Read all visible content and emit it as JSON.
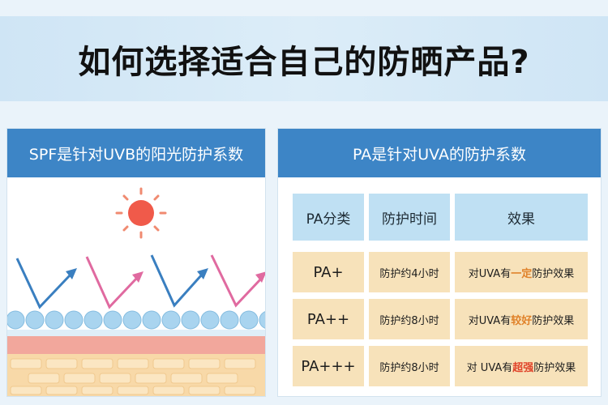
{
  "title": "如何选择适合自己的防晒产品?",
  "spf_panel": {
    "header": "SPF是针对UVB的阳光防护系数"
  },
  "pa_panel": {
    "header": "PA是针对UVA的防护系数",
    "columns": [
      "PA分类",
      "防护时间",
      "效果"
    ],
    "rows": [
      {
        "level": "PA+",
        "time": "防护约4小时",
        "effect_pre": "对UVA有",
        "effect_hl": "一定",
        "effect_post": "防护效果"
      },
      {
        "level": "PA++",
        "time": "防护约8小时",
        "effect_pre": "对UVA有",
        "effect_hl": "较好",
        "effect_post": "防护效果"
      },
      {
        "level": "PA+++",
        "time": "防护约8小时",
        "effect_pre": "对 UVA有",
        "effect_hl": "超强",
        "effect_post": "防护效果"
      }
    ]
  },
  "colors": {
    "header_blue": "#3d85c6",
    "table_header": "#bfe0f3",
    "table_row": "#f7e2ba",
    "uva_arrow": "#e06aa0",
    "uvb_arrow": "#3a7fc0",
    "sun": "#f05a4a"
  },
  "icons": [
    "sun-icon",
    "uvb-arrow-icon",
    "uva-arrow-icon",
    "skin-cell-icon"
  ]
}
